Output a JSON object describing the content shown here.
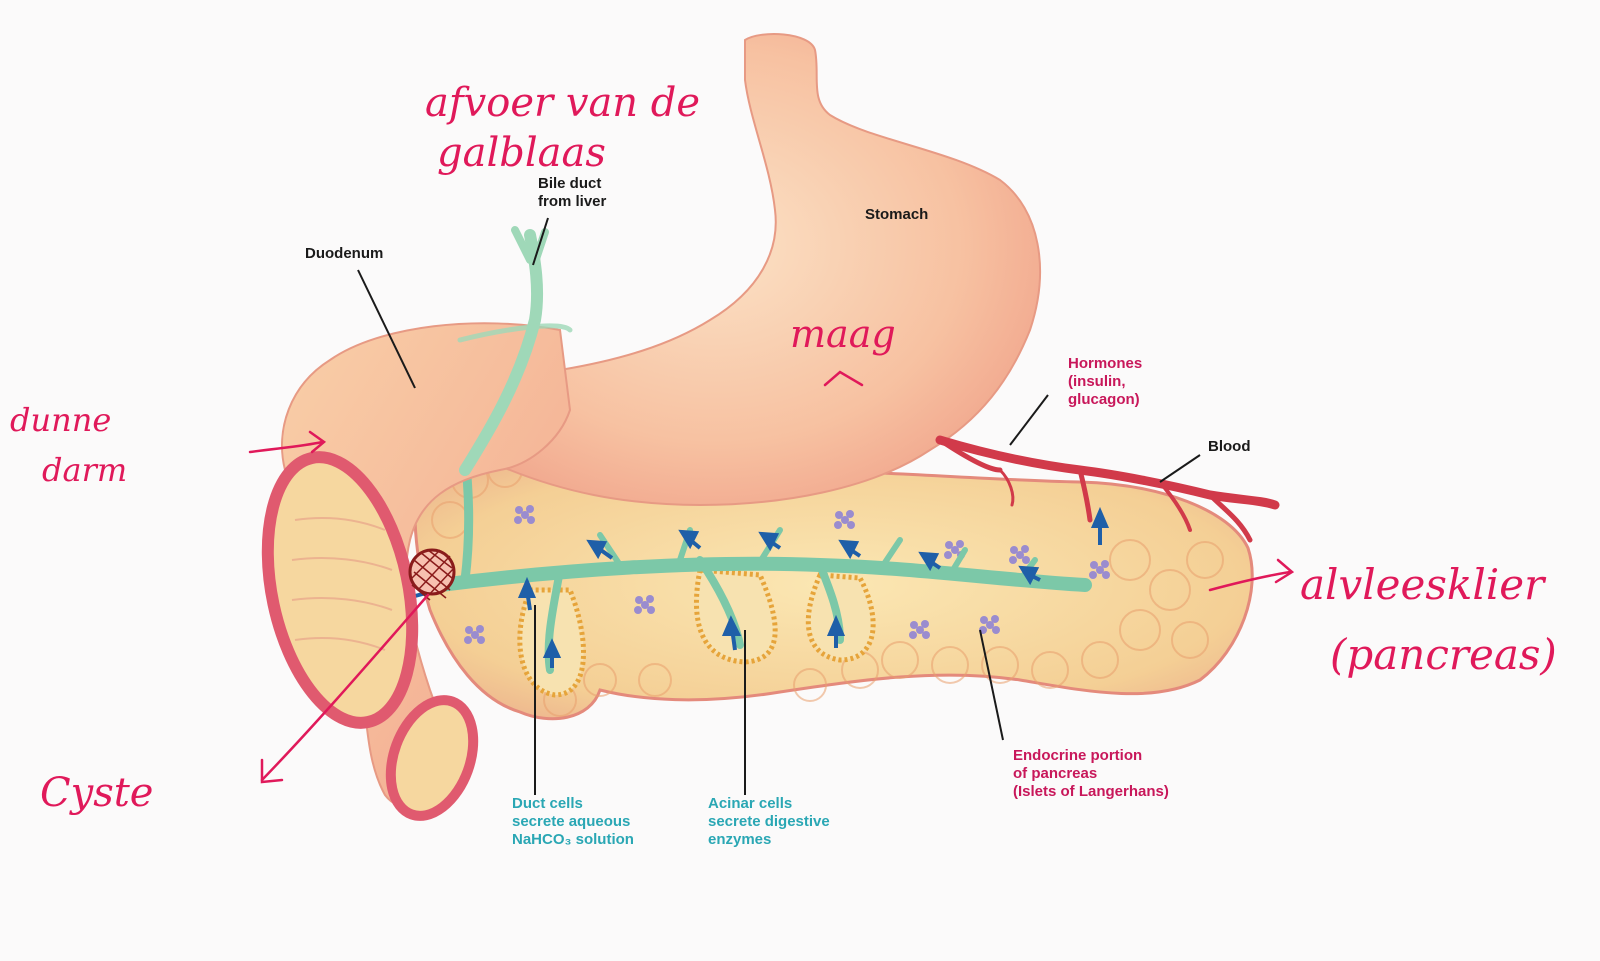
{
  "printed_labels": {
    "bile_duct": [
      "Bile duct",
      "from liver"
    ],
    "stomach": "Stomach",
    "duodenum": "Duodenum",
    "hormones": [
      "Hormones",
      "(insulin,",
      "glucagon)"
    ],
    "blood": "Blood",
    "endocrine": [
      "Endocrine portion",
      "of pancreas",
      "(Islets of Langerhans)"
    ],
    "duct_cells": [
      "Duct cells",
      "secrete aqueous",
      "NaHCO₃ solution"
    ],
    "acinar_cells": [
      "Acinar cells",
      "secrete digestive",
      "enzymes"
    ]
  },
  "handwritten_notes": {
    "afvoer": [
      "afvoer van de",
      "galblaas"
    ],
    "maag": "maag",
    "dunne_darm": [
      "dunne",
      "darm"
    ],
    "alvleesklier": [
      "alvleesklier",
      "(pancreas)"
    ],
    "cyste": "Cyste"
  },
  "colors": {
    "label_black": "#1a1a1a",
    "label_magenta": "#c8175a",
    "label_teal": "#2aa7b4",
    "handwriting": "#e0195a",
    "stomach": "#f6b79a",
    "pancreas": "#f2c08a",
    "duct": "#7cc8a8",
    "flow_arrow": "#1f5fa8"
  }
}
